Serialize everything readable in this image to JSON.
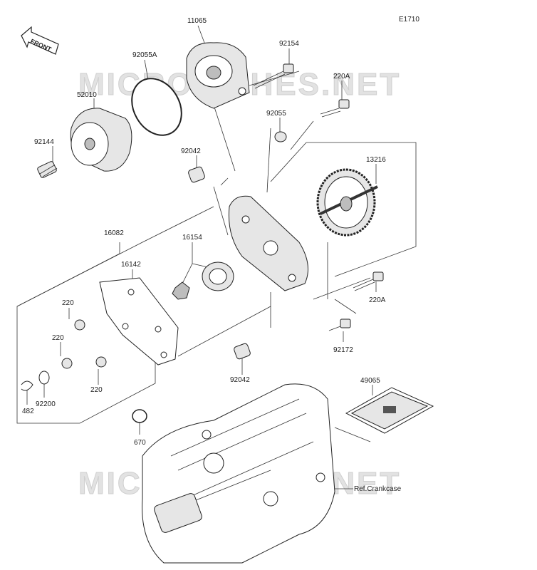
{
  "diagram_code": "E1710",
  "front_arrow_label": "FRONT",
  "watermark_text": "MICROFICHES.NET",
  "ref_label": "Ref.Crankcase",
  "part_labels": {
    "p11065": "11065",
    "p92154": "92154",
    "p92055A": "92055A",
    "p220A_top": "220A",
    "p52010": "52010",
    "p92055": "92055",
    "p92144": "92144",
    "p92042_top": "92042",
    "p13216": "13216",
    "p16082": "16082",
    "p16154": "16154",
    "p16142": "16142",
    "p220_a": "220",
    "p220_b": "220",
    "p220_c": "220",
    "p220A_bottom": "220A",
    "p92172": "92172",
    "p92042_bottom": "92042",
    "p49065": "49065",
    "p482": "482",
    "p92200": "92200",
    "p670": "670"
  }
}
